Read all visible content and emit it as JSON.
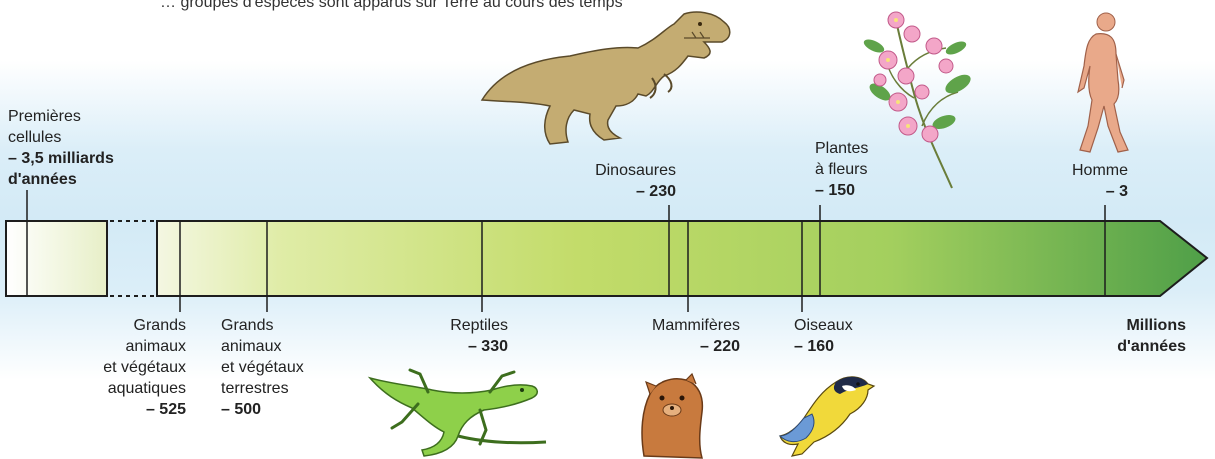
{
  "top_text": "… groupes d'espèces sont apparus sur Terre au cours des temps",
  "timeline": {
    "unit_label_1": "Millions",
    "unit_label_2": "d'années"
  },
  "events": {
    "first_cells": {
      "line1": "Premières",
      "line2": "cellules",
      "value1": "– 3,5 milliards",
      "value2": "d'années"
    },
    "aquatic": {
      "line1": "Grands",
      "line2": "animaux",
      "line3": "et végétaux",
      "line4": "aquatiques",
      "value": "– 525"
    },
    "terrestrial": {
      "line1": "Grands",
      "line2": "animaux",
      "line3": "et végétaux",
      "line4": "terrestres",
      "value": "– 500"
    },
    "reptiles": {
      "name": "Reptiles",
      "value": "– 330"
    },
    "dinosaurs": {
      "name": "Dinosaures",
      "value": "– 230"
    },
    "mammals": {
      "name": "Mammifères",
      "value": "– 220"
    },
    "birds": {
      "name": "Oiseaux",
      "value": "– 160"
    },
    "flowering_plants": {
      "line1": "Plantes",
      "line2": "à fleurs",
      "value": "– 150"
    },
    "human": {
      "name": "Homme",
      "value": "– 3"
    }
  },
  "colors": {
    "arrow_start": "#f3f6dc",
    "arrow_mid": "#c2dc6a",
    "arrow_end": "#52a24a",
    "background_band": "#d3eaf6"
  },
  "icons": [
    "tyrannosaurus-icon",
    "flower-branch-icon",
    "human-icon",
    "lizard-icon",
    "rodent-icon",
    "bird-icon"
  ]
}
